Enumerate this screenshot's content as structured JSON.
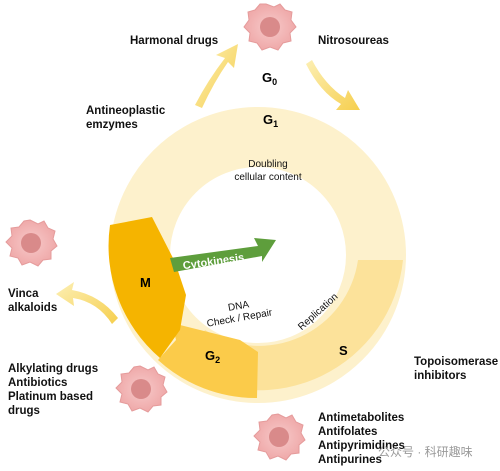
{
  "phases": {
    "g0": "G",
    "g0_sub": "0",
    "g1": "G",
    "g1_sub": "1",
    "s": "S",
    "g2": "G",
    "g2_sub": "2",
    "m": "M"
  },
  "inner_labels": {
    "doubling_line1": "Doubling",
    "doubling_line2": "cellular content",
    "cytokinesis": "Cytokinesis",
    "dna_line1": "DNA",
    "dna_line2": "Check / Repair",
    "replication": "Replication"
  },
  "drugs": {
    "harmonal": "Harmonal drugs",
    "nitrosoureas": "Nitrosoureas",
    "antineoplastic": [
      "Antineoplastic",
      "emzymes"
    ],
    "vinca": [
      "Vinca",
      "alkaloids"
    ],
    "alkylating": [
      "Alkylating drugs",
      "Antibiotics",
      "Platinum based",
      "drugs"
    ],
    "topoisomerase": [
      "Topoisomerase",
      "inhibitors"
    ],
    "antimetabolites": [
      "Antimetabolites",
      "Antifolates",
      "Antipyrimidines",
      "Antipurines"
    ]
  },
  "watermark": "公众号 · 科研趣味",
  "colors": {
    "g1_ring": "#FDF1CC",
    "s_segment": "#FCE29A",
    "g2_segment": "#FBCB4A",
    "m_segment": "#F5B400",
    "arrow": "#F7D76A",
    "cytokinesis": "#5E9E3C",
    "cell_outer": "#F2B8B8",
    "cell_nucleus": "#D98A8A"
  }
}
